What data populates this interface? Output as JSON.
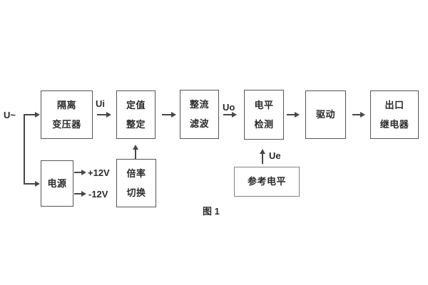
{
  "diagram": {
    "caption": "图 1",
    "input_label": "U~",
    "labels": {
      "ui": "Ui",
      "uo": "Uo",
      "ue": "Ue",
      "plus_12v": "+12V",
      "minus_12v": "-12V"
    },
    "blocks": {
      "isolation_transformer": {
        "line1": "隔离",
        "line2": "变压器"
      },
      "setpoint_setting": {
        "line1": "定值",
        "line2": "整定"
      },
      "rectifier_filter": {
        "line1": "整流",
        "line2": "滤波"
      },
      "level_detection": {
        "line1": "电平",
        "line2": "检测"
      },
      "driver": {
        "label": "驱动"
      },
      "output_relay": {
        "line1": "出口",
        "line2": "继电器"
      },
      "power_supply": {
        "label": "电源"
      },
      "ratio_switch": {
        "line1": "倍率",
        "line2": "切换"
      },
      "reference_level": {
        "label": "参考电平"
      }
    },
    "colors": {
      "line": "#474747",
      "box_border": "#555555",
      "reference_box_border": "#818181",
      "text": "#2b2b2b",
      "background": "#ffffff"
    }
  }
}
